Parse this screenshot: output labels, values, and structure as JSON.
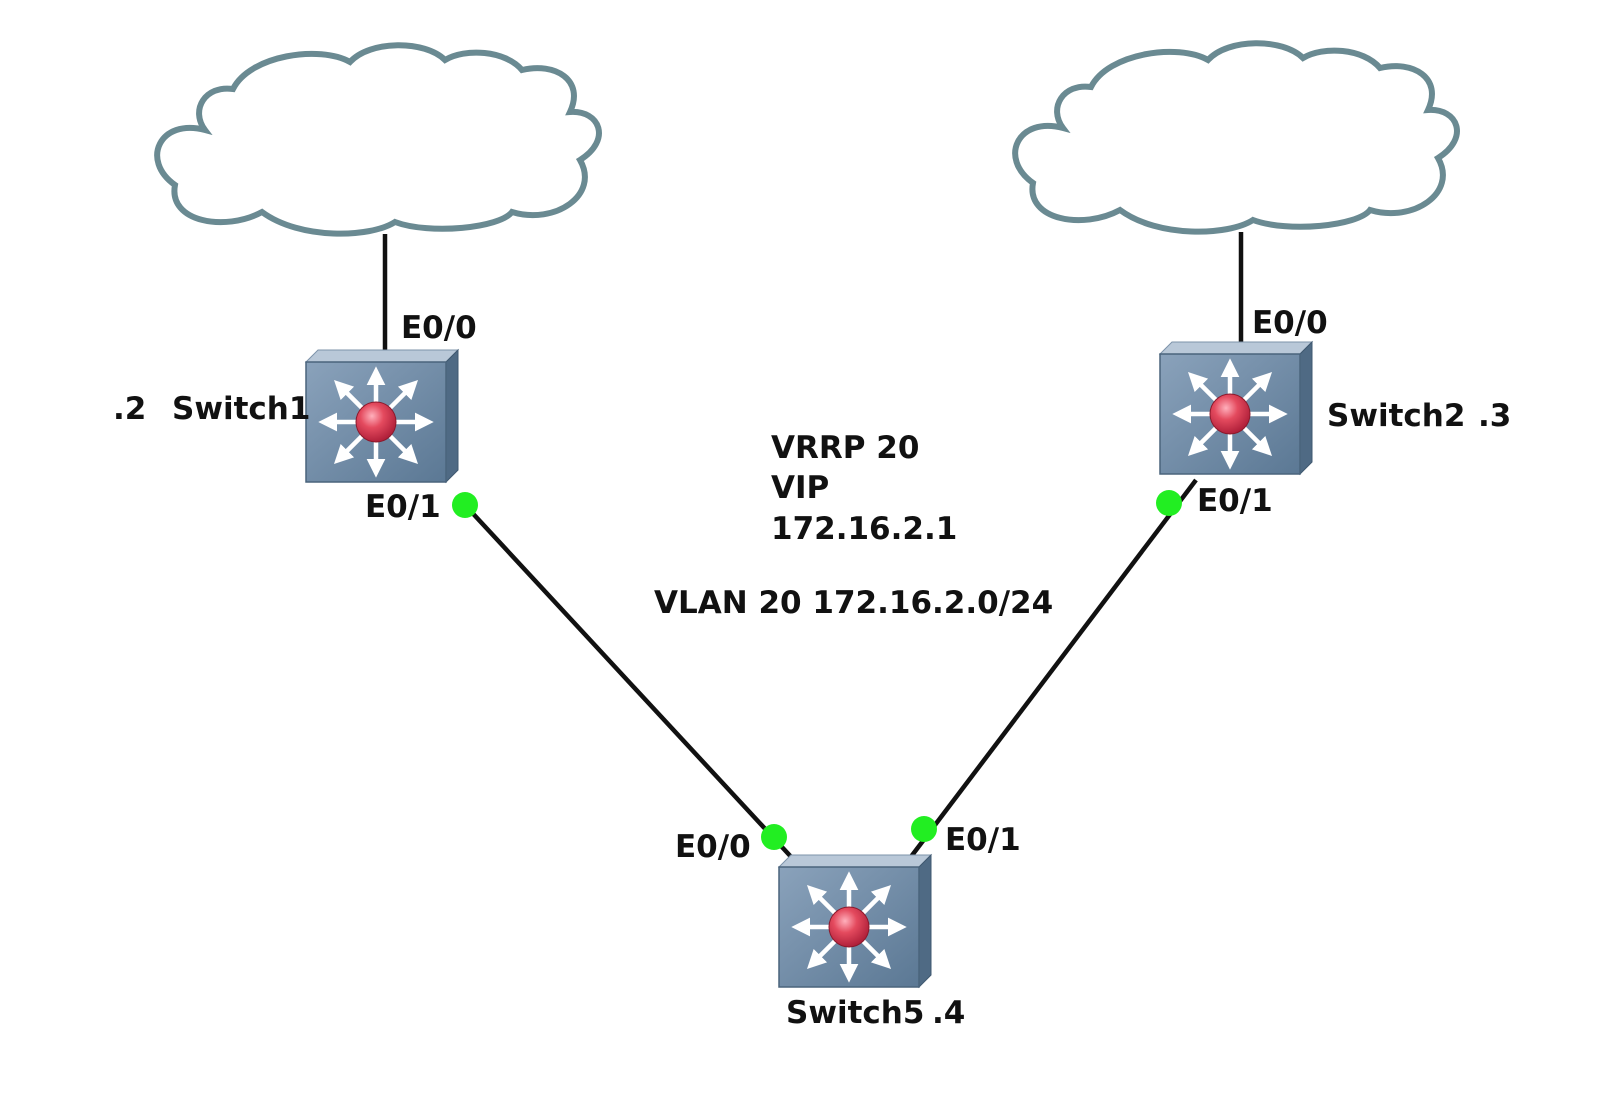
{
  "colors": {
    "cloud_outline": "#6a8a92",
    "link": "#111111",
    "port_up": "#22ee22",
    "switch_front": "#6d8aa5",
    "switch_top": "#aebfd2",
    "switch_side": "#4f6a84",
    "switch_center": "#e44a5e"
  },
  "devices": {
    "switch1": {
      "name": "Switch1",
      "host": ".2",
      "ports": {
        "uplink": "E0/0",
        "downlink": "E0/1"
      }
    },
    "switch2": {
      "name": "Switch2",
      "host": ".3",
      "ports": {
        "uplink": "E0/0",
        "downlink": "E0/1"
      }
    },
    "switch5": {
      "name": "Switch5",
      "host": ".4",
      "ports": {
        "left": "E0/0",
        "right": "E0/1"
      }
    }
  },
  "annotations": {
    "vrrp_group": "VRRP 20",
    "vip_label": "VIP",
    "vip_address": "172.16.2.1",
    "vlan": "VLAN 20 172.16.2.0/24"
  },
  "icons": {
    "cloud": "cloud-icon",
    "multilayer_switch": "multilayer-switch-icon",
    "port_status": "port-up-dot"
  }
}
